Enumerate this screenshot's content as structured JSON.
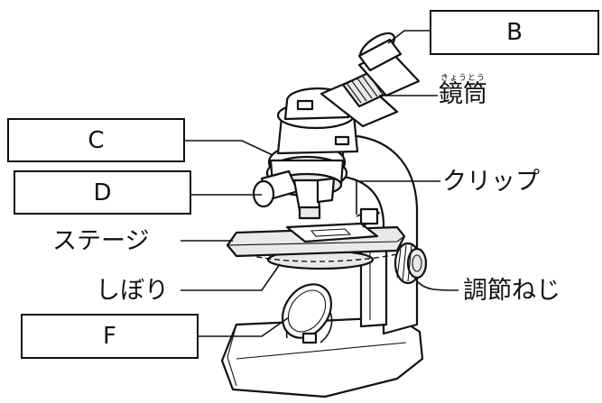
{
  "boxes": {
    "B": "B",
    "C": "C",
    "D": "D",
    "F": "F"
  },
  "labels": {
    "tube_ruby": "きょうとう",
    "tube": "鏡筒",
    "clip": "クリップ",
    "stage": "ステージ",
    "diaphragm": "しぼり",
    "adjustment_knob": "調節ねじ"
  }
}
